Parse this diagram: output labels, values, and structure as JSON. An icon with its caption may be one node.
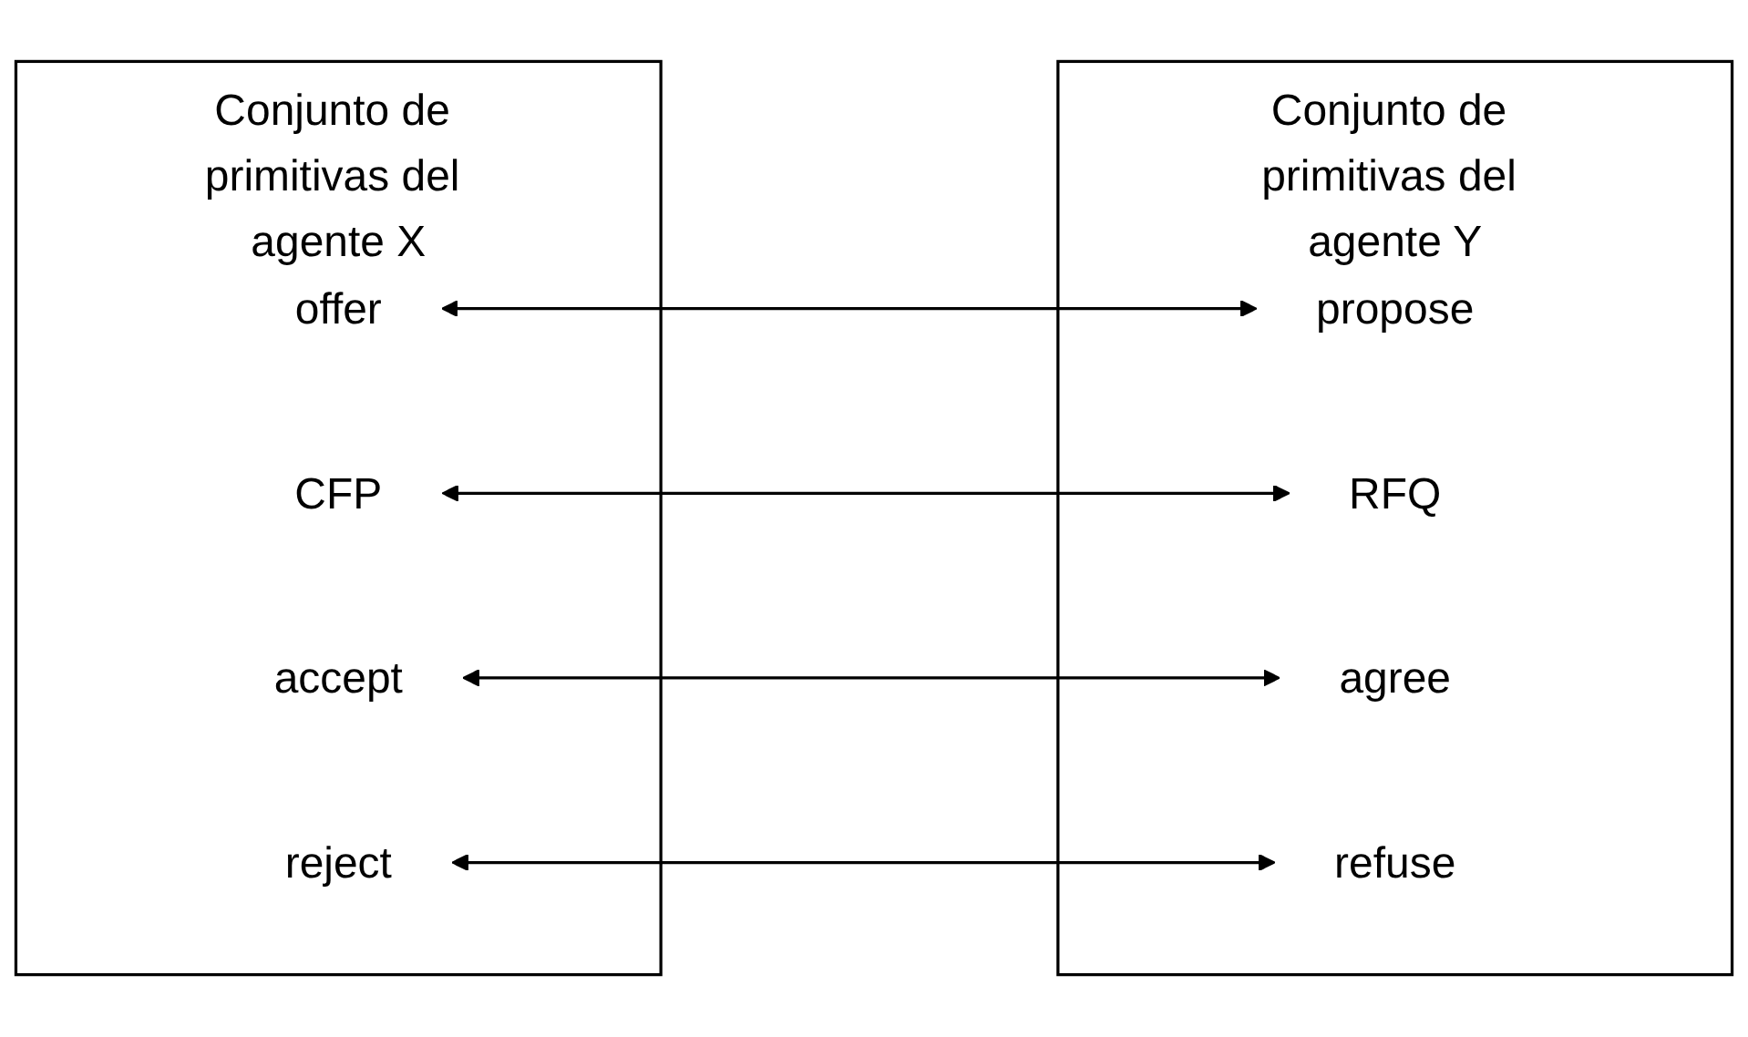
{
  "diagram": {
    "nodes": [
      {
        "text": [
          "Conjunto de primitivas del agente X"
        ]
      },
      {
        "text": [
          "CFP"
        ],
        "in": 0
      },
      {
        "text": [
          "offer"
        ],
        "in": 0
      },
      {
        "text": [
          "reject"
        ],
        "in": 0
      },
      {
        "text": [
          "accept"
        ],
        "in": 0
      },
      {
        "text": [
          "Conjunto de primitivas del agente Y"
        ]
      },
      {
        "text": [
          "propose"
        ],
        "in": 5
      },
      {
        "text": [
          "RFQ"
        ],
        "in": 5
      },
      {
        "text": [
          "agree"
        ],
        "in": 5
      },
      {
        "text": [
          "refuse"
        ],
        "in": 5
      }
    ],
    "edges": [
      {
        "from": 1,
        "to": 7,
        "arrow": "both"
      },
      {
        "from": 2,
        "to": 6,
        "arrow": "both"
      },
      {
        "from": 3,
        "to": 9,
        "arrow": "both"
      },
      {
        "from": 4,
        "to": 8,
        "arrow": "both"
      }
    ]
  }
}
